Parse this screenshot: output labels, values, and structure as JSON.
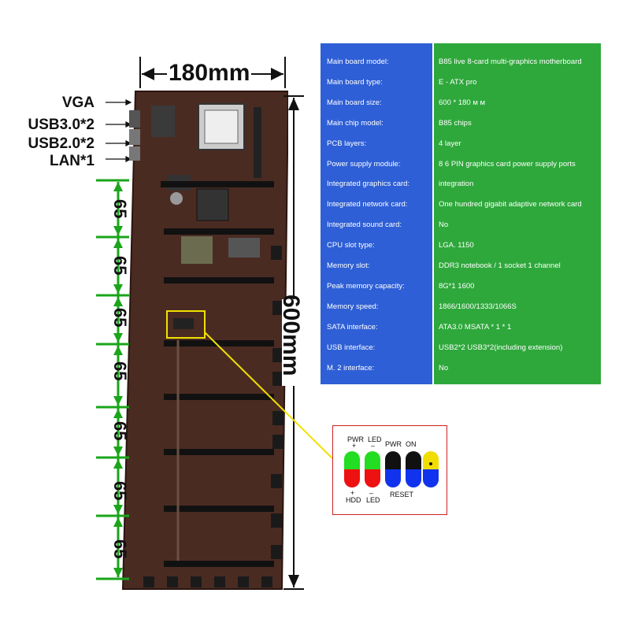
{
  "dimensions": {
    "width_label": "180mm",
    "height_label": "600mm",
    "spacing": [
      "65",
      "65",
      "65",
      "65",
      "65",
      "65",
      "65"
    ]
  },
  "ports": [
    "VGA",
    "USB3.0*2",
    "USB2.0*2",
    "LAN*1"
  ],
  "spec_table": {
    "key_bg": "#2e5fd6",
    "value_bg": "#2ea83b",
    "rows": [
      {
        "key": "Main board model:",
        "value": "B85 live 8-card multi-graphics motherboard"
      },
      {
        "key": "Main board type:",
        "value": "E - ATX pro"
      },
      {
        "key": "Main board size:",
        "value": "600 * 180 м м"
      },
      {
        "key": "Main chip model:",
        "value": "B85 chips"
      },
      {
        "key": "PCB layers:",
        "value": "4 layer"
      },
      {
        "key": "Power supply module:",
        "value": "8 6 PIN graphics card power supply ports"
      },
      {
        "key": "Integrated graphics card:",
        "value": "integration"
      },
      {
        "key": "Integrated network card:",
        "value": "One hundred gigabit adaptive network card"
      },
      {
        "key": "Integrated sound card:",
        "value": "No"
      },
      {
        "key": "CPU slot type:",
        "value": "LGA. 1150"
      },
      {
        "key": "Memory slot:",
        "value": "DDR3 notebook / 1 socket 1 channel"
      },
      {
        "key": "Peak memory capacity:",
        "value": "8G*1 1600"
      },
      {
        "key": "Memory speed:",
        "value": "1866/1600/1333/1066S"
      },
      {
        "key": "SATA interface:",
        "value": "ATA3.0 MSATA * 1 * 1"
      },
      {
        "key": "USB interface:",
        "value": "USB2*2 USB3*2(including extension)"
      },
      {
        "key": "M. 2 interface:",
        "value": "No"
      }
    ]
  },
  "panel": {
    "top_pwr": "PWR",
    "top_plus": "+",
    "top_led": "LED",
    "top_minus": "–",
    "top_pwr2": "PWR",
    "top_on": "ON",
    "bot_plus": "+",
    "bot_hdd": "HDD",
    "bot_minus": "–",
    "bot_led": "LED",
    "bot_reset": "RESET",
    "colors": {
      "green": "#22dd22",
      "red": "#ee1111",
      "black": "#111111",
      "blue": "#1133ee",
      "yellow": "#f2dd00"
    }
  }
}
